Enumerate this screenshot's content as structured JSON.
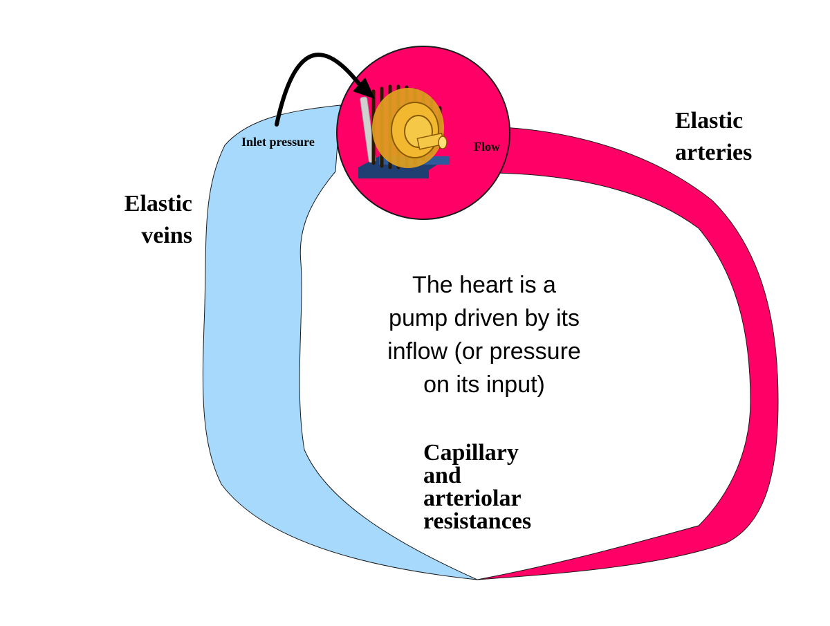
{
  "labels": {
    "inlet_pressure": "Inlet pressure",
    "flow": "Flow",
    "elastic_veins": [
      "Elastic",
      "veins"
    ],
    "elastic_arteries": [
      "Elastic",
      "arteries"
    ],
    "main_text": [
      "The heart is a",
      "pump driven by its",
      "inflow (or pressure",
      "on its input)"
    ],
    "resistances": [
      "Capillary",
      "and",
      "arteriolar",
      "resistances"
    ]
  },
  "colors": {
    "vein": "#a6d9fb",
    "artery": "#ff0066",
    "heart": "#ff0066",
    "outline": "#1a1a1a",
    "motor_body": "#e0a020",
    "motor_base": "#1f3f73"
  },
  "icons": {
    "pump": "motor-icon",
    "arrow": "curved-arrow-icon"
  }
}
